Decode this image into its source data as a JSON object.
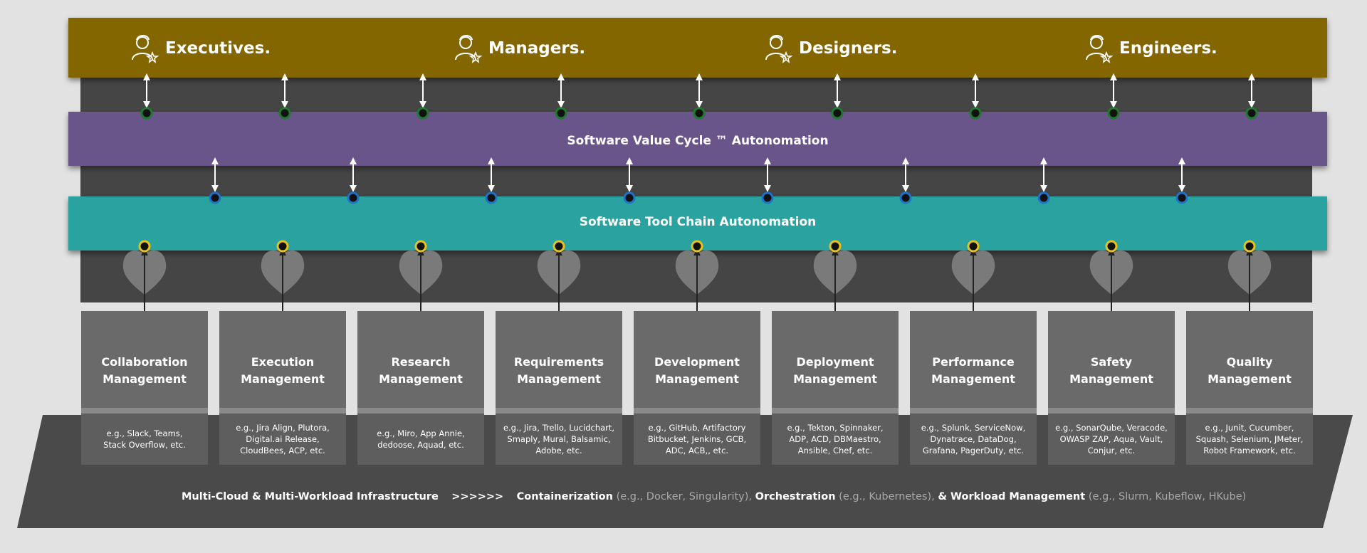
{
  "roles": [
    {
      "label": "Executives.",
      "icon": "person-star-icon"
    },
    {
      "label": "Managers.",
      "icon": "person-star-icon"
    },
    {
      "label": "Designers.",
      "icon": "person-star-icon"
    },
    {
      "label": "Engineers.",
      "icon": "person-star-icon"
    }
  ],
  "value_cycle": {
    "title": "Software Value Cycle ™ Autonomation"
  },
  "tool_chain": {
    "title": "Software Tool Chain Autonomation"
  },
  "modules": [
    {
      "title": [
        "Collaboration",
        "Management"
      ],
      "examples": [
        "e.g., Slack, Teams,",
        "Stack Overflow, etc."
      ]
    },
    {
      "title": [
        "Execution",
        "Management"
      ],
      "examples": [
        "e.g., Jira Align, Plutora,",
        "Digital.ai Release,",
        "CloudBees, ACP, etc."
      ]
    },
    {
      "title": [
        "Research",
        "Management"
      ],
      "examples": [
        "e.g., Miro, App Annie,",
        "dedoose, Aquad, etc."
      ]
    },
    {
      "title": [
        "Requirements",
        "Management"
      ],
      "examples": [
        "e.g., Jira, Trello, Lucidchart,",
        "Smaply, Mural, Balsamic,",
        "Adobe, etc."
      ]
    },
    {
      "title": [
        "Development",
        "Management"
      ],
      "examples": [
        "e.g., GitHub, Artifactory",
        "Bitbucket, Jenkins, GCB,",
        "ADC, ACB,, etc."
      ]
    },
    {
      "title": [
        "Deployment",
        "Management"
      ],
      "examples": [
        "e.g., Tekton, Spinnaker,",
        "ADP, ACD, DBMaestro,",
        "Ansible, Chef, etc."
      ]
    },
    {
      "title": [
        "Performance",
        "Management"
      ],
      "examples": [
        "e.g., Splunk, ServiceNow,",
        "Dynatrace, DataDog,",
        "Grafana, PagerDuty, etc."
      ]
    },
    {
      "title": [
        "Safety",
        "Management"
      ],
      "examples": [
        "e.g., SonarQube, Veracode,",
        "OWASP ZAP, Aqua, Vault,",
        "Conjur, etc."
      ]
    },
    {
      "title": [
        "Quality",
        "Management"
      ],
      "examples": [
        "e.g., Junit, Cucumber,",
        "Squash, Selenium, JMeter,",
        "Robot Framework, etc."
      ]
    }
  ],
  "infrastructure": {
    "lead": "Multi-Cloud & Multi-Workload Infrastructure",
    "arrows": ">>>>>>",
    "containerization": "Containerization",
    "containerization_eg": "(e.g., Docker, Singularity),",
    "orchestration": "Orchestration",
    "orchestration_eg": "(e.g., Kubernetes),",
    "workload": "& Workload Management",
    "workload_eg": "(e.g., Slurm, Kubeflow, HKube)"
  },
  "colors": {
    "roles_band": "#846600",
    "value_cycle_band": "#6b548a",
    "tool_chain_band": "#2aa3a0",
    "backdrop": "#454545",
    "module_box": "#6a6a6a",
    "node_green": "#1e7a2e",
    "node_blue": "#1e73c8",
    "node_yellow": "#e6c21f",
    "node_red": "#e04848"
  }
}
